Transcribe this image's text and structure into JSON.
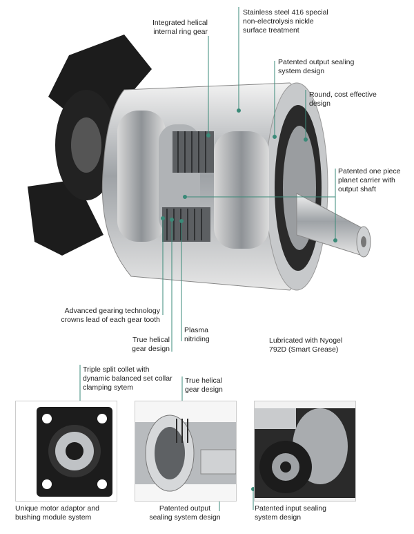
{
  "colors": {
    "leader": "#3a8a78",
    "metal": "#b9bcc0",
    "dark": "#1c1c1c"
  },
  "callouts": {
    "integrated_helical": "Integrated helical\ninternal ring gear",
    "stainless": "Stainless steel 416 special\nnon-electrolysis nickle\nsurface treatment",
    "patented_output_sealing": "Patented output sealing\nsystem design",
    "round_cost": "Round, cost effective\ndesign",
    "one_piece_carrier": "Patented one piece\nplanet carrier with\noutput shaft",
    "advanced_gearing": "Advanced gearing technology\ncrowns lead of each gear tooth",
    "plasma": "Plasma\nnitriding",
    "true_helical_main": "True helical\ngear design",
    "lubricated": "Lubricated with Nyogel\n792D (Smart Grease)",
    "triple_split": "Triple split collet with\ndynamic balanced set collar\nclamping sytem",
    "true_helical_thumb": "True helical\ngear design"
  },
  "captions": {
    "motor_adaptor": "Unique motor adaptor and\nbushing module system",
    "output_sealing": "Patented output\nsealing system design",
    "input_sealing": "Patented input sealing\nsystem design"
  }
}
